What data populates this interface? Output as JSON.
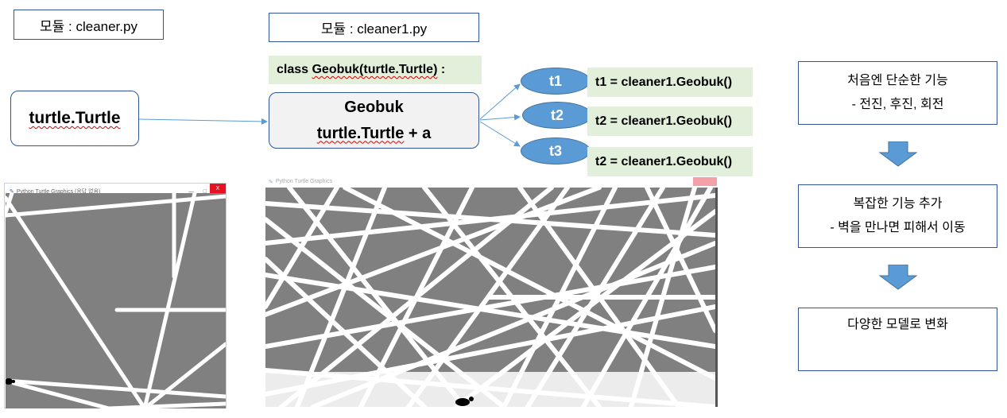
{
  "module_boxes": {
    "left": "모듈 : cleaner.py",
    "middle": "모듈 : cleaner1.py"
  },
  "class_def": {
    "prefix": "class ",
    "name": "Geobuk(turtle.Turtle)",
    "suffix": " :"
  },
  "turtle_box": "turtle.Turtle",
  "geobuk_box": {
    "line1": "Geobuk",
    "line2_main": "turtle.Turtle",
    "line2_rest": " + a"
  },
  "instances": [
    {
      "label": "t1",
      "code": "t1 = cleaner1.Geobuk()"
    },
    {
      "label": "t2",
      "code": "t2 = cleaner1.Geobuk()"
    },
    {
      "label": "t3",
      "code": "t2 = cleaner1.Geobuk()"
    }
  ],
  "stages": [
    {
      "line1": "처음엔 단순한 기능",
      "line2": "- 전진, 후진, 회전"
    },
    {
      "line1": "복잡한 기능 추가",
      "line2": "- 벽을 만나면 피해서 이동"
    },
    {
      "line1": "다양한 모델로 변화",
      "line2": ""
    }
  ],
  "windows": {
    "small_title": "Python Turtle Graphics (응답 없음)",
    "large_title": "Python Turtle Graphics",
    "close_glyph": "X",
    "min_glyph": "—",
    "max_glyph": "□"
  },
  "colors": {
    "box_border": "#2f5597",
    "green_fill": "#e2efda",
    "ellipse_fill": "#5b9bd5",
    "arrow_fill": "#5b9bd5",
    "canvas_gray": "#808080",
    "close_red": "#e81123"
  }
}
